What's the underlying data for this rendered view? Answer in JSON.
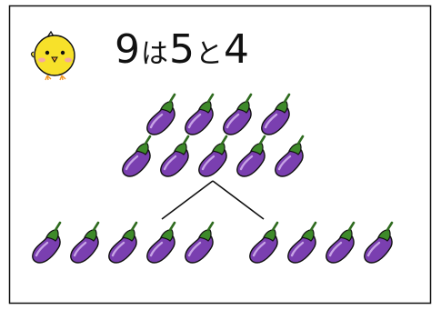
{
  "title": {
    "total": "9",
    "particle_wa": "は",
    "part_a": "5",
    "particle_to": "と",
    "part_b": "4"
  },
  "icons": {
    "mascot": "chick-icon",
    "item": "eggplant-icon"
  },
  "counts": {
    "total": 9,
    "left_group": 5,
    "right_group": 4
  },
  "colors": {
    "eggplant_body": "#7a3fb0",
    "eggplant_dark": "#4a1f78",
    "eggplant_highlight": "#c7a3e6",
    "calyx": "#3e8a2a",
    "chick": "#f7e12a",
    "border": "#111111"
  }
}
